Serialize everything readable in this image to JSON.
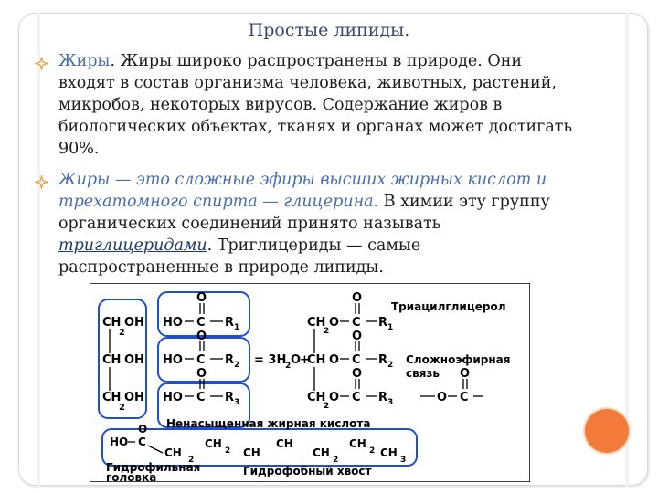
{
  "title": "Простые липиды.",
  "bullet1": {
    "lead": "Жиры",
    "line1": ". Жиры широко распространены в природе. Они",
    "line2": "входят в состав организма человека, животных, растений,",
    "line3": "микробов, некоторых вирусов. Содержание жиров в",
    "line4": "биологических объектах, тканях и органах может достигать",
    "line5": "90%."
  },
  "bullet2": {
    "line1_italic": "Жиры — это сложные эфиры высших жирных кислот и",
    "line2_italic": "трехатомного спирта — глицерина.",
    "line2_rest": " В химии эту группу",
    "line3": "органических соединений принято называть",
    "line4_italic": "триглицеридами",
    "line4_rest": ". Триглицериды — самые",
    "line5": "распространенные в природе липиды."
  },
  "diagram": {
    "label_triacyl": "Триацилглицерол",
    "label_ester": "Сложноэфирная",
    "label_bond": "связь",
    "label_unsat": "Ненасыщенная жирная кислота",
    "label_hydrophil1": "Гидрофильная",
    "label_hydrophil2": "головка",
    "label_hydrophob": "Гидрофобный хвост",
    "ch": "CH",
    "ch2": "CH",
    "oh": "OH",
    "ho": "HO",
    "c": "C",
    "o": "O",
    "r": "R",
    "eq": "= 3H",
    "plus": "+",
    "sub1": "1",
    "sub2": "2",
    "sub3": "3"
  },
  "colors": {
    "title": "#3a4a6b",
    "bullet": "#e8a14a",
    "emphasis": "#4a6ea9",
    "box": "#1f4fd1",
    "accent": "#f37b3a"
  }
}
